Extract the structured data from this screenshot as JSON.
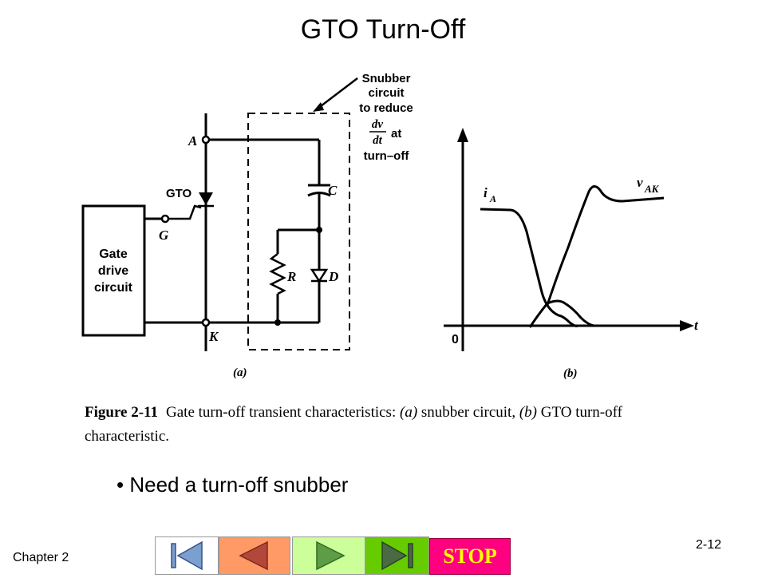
{
  "slide": {
    "title": "GTO Turn-Off",
    "bullet": "• Need a turn-off snubber",
    "chapter": "Chapter 2",
    "page_number": "2-12"
  },
  "circuit": {
    "node_a": "A",
    "node_k": "K",
    "node_g": "G",
    "gto_label": "GTO",
    "gate_drive": [
      "Gate",
      "drive",
      "circuit"
    ],
    "cap_label": "C",
    "res_label": "R",
    "diode_label": "D",
    "snubber_note": [
      "Snubber",
      "circuit",
      "to reduce"
    ],
    "dv": "dv",
    "dt": "dt",
    "at": "at",
    "turn_off": "turn–off",
    "sub_a": "(a)"
  },
  "waveform": {
    "ia_label": "i",
    "ia_sub": "A",
    "vak_label": "v",
    "vak_sub": "AK",
    "t_label": "t",
    "origin_label": "0",
    "sub_b": "(b)"
  },
  "caption": {
    "label": "Figure 2-11",
    "text_line1": "Gate turn-off transient characteristics: ",
    "a": "(a)",
    "mid1": " snubber circuit, ",
    "b": "(b)",
    "mid2": " GTO turn-off",
    "text_line2": "characteristic."
  },
  "nav": {
    "stop_label": "STOP",
    "colors": {
      "first": "#ffffff",
      "prev": "#ff9966",
      "next": "#ccff99",
      "last": "#66cc00",
      "stop": "#ff0080",
      "stop_text": "#ffff00"
    },
    "icons": [
      "first-slide-icon",
      "previous-slide-icon",
      "next-slide-icon",
      "last-slide-icon"
    ]
  }
}
